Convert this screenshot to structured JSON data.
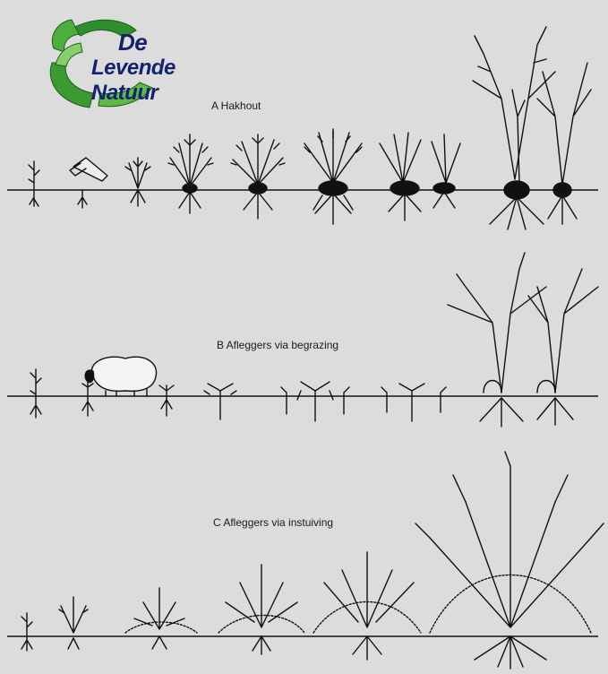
{
  "logo": {
    "line1": "De",
    "line2": "Levende Natuur"
  },
  "panels": {
    "a": {
      "title": "A Hakhout"
    },
    "b": {
      "title": "B Afleggers via begrazing"
    },
    "c": {
      "title": "C Afleggers via instuiving"
    }
  }
}
